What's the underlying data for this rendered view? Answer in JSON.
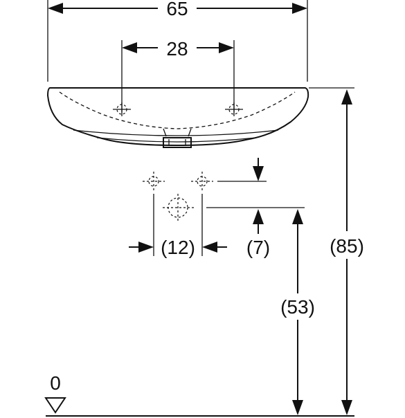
{
  "dimensions": {
    "overall_width": "65",
    "tap_hole_spacing": "28",
    "overall_height": "(85)",
    "waste_height": "(53)",
    "waste_spacing": "(12)",
    "waste_offset": "(7)",
    "floor_level": "0"
  },
  "colors": {
    "line": "#111111",
    "background": "#ffffff"
  }
}
